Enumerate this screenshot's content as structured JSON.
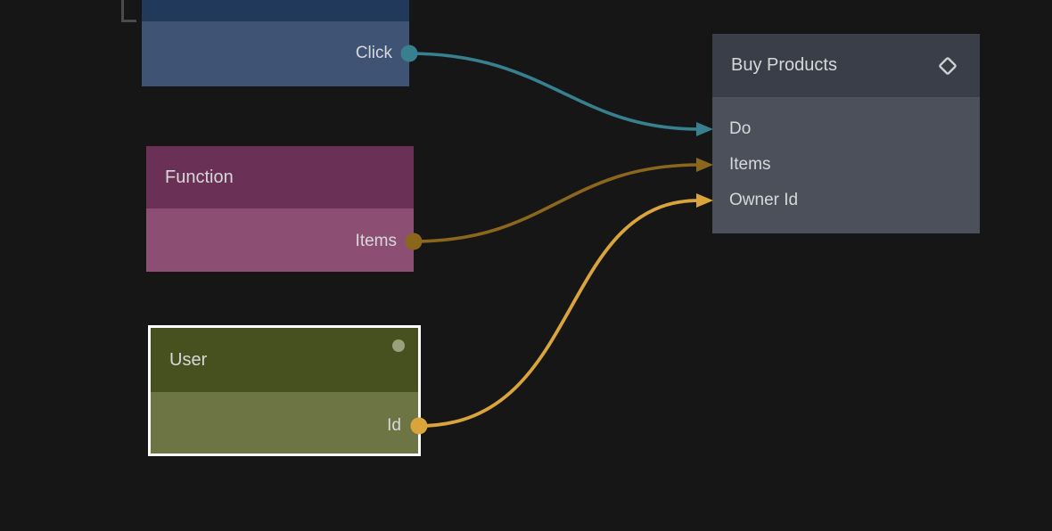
{
  "canvas": {
    "background": "#161616",
    "type": "node-graph-editor"
  },
  "colors": {
    "signal_teal": "#38808f",
    "array_gold_dark": "#8a671d",
    "value_gold": "#d9a43c",
    "text": "#d6d8da",
    "selection_border": "#ffffff",
    "frame_corner_gray": "#4b4b4b"
  },
  "nodes": {
    "button": {
      "title": "",
      "header_color": "#21395a",
      "body_color": "#3f5375",
      "selected": false,
      "outputs": [
        {
          "label": "Click",
          "port_color": "#38808f"
        }
      ]
    },
    "function": {
      "title": "Function",
      "header_color": "#6a3055",
      "body_color": "#8d4e73",
      "selected": false,
      "outputs": [
        {
          "label": "Items",
          "port_color": "#8a671d"
        }
      ]
    },
    "user": {
      "title": "User",
      "header_color": "#47511f",
      "body_color": "#6d7544",
      "selected": true,
      "status_dot_color": "#97a17d",
      "outputs": [
        {
          "label": "Id",
          "port_color": "#d9a43c"
        }
      ]
    },
    "buy_products": {
      "title": "Buy Products",
      "header_color": "#3a3e48",
      "body_color": "#4c505a",
      "selected": false,
      "header_icon": "diamond-icon",
      "inputs": [
        {
          "label": "Do",
          "port_color": "#38808f"
        },
        {
          "label": "Items",
          "port_color": "#8a671d"
        },
        {
          "label": "Owner Id",
          "port_color": "#d9a43c"
        }
      ]
    }
  },
  "connections": [
    {
      "from_port": "Click",
      "to_node": "Buy Products",
      "to_port": "Do",
      "color": "#38808f"
    },
    {
      "from_node": "Function",
      "from_port": "Items",
      "to_node": "Buy Products",
      "to_port": "Items",
      "color": "#8a671d"
    },
    {
      "from_node": "User",
      "from_port": "Id",
      "to_node": "Buy Products",
      "to_port": "Owner Id",
      "color": "#d9a43c"
    }
  ]
}
